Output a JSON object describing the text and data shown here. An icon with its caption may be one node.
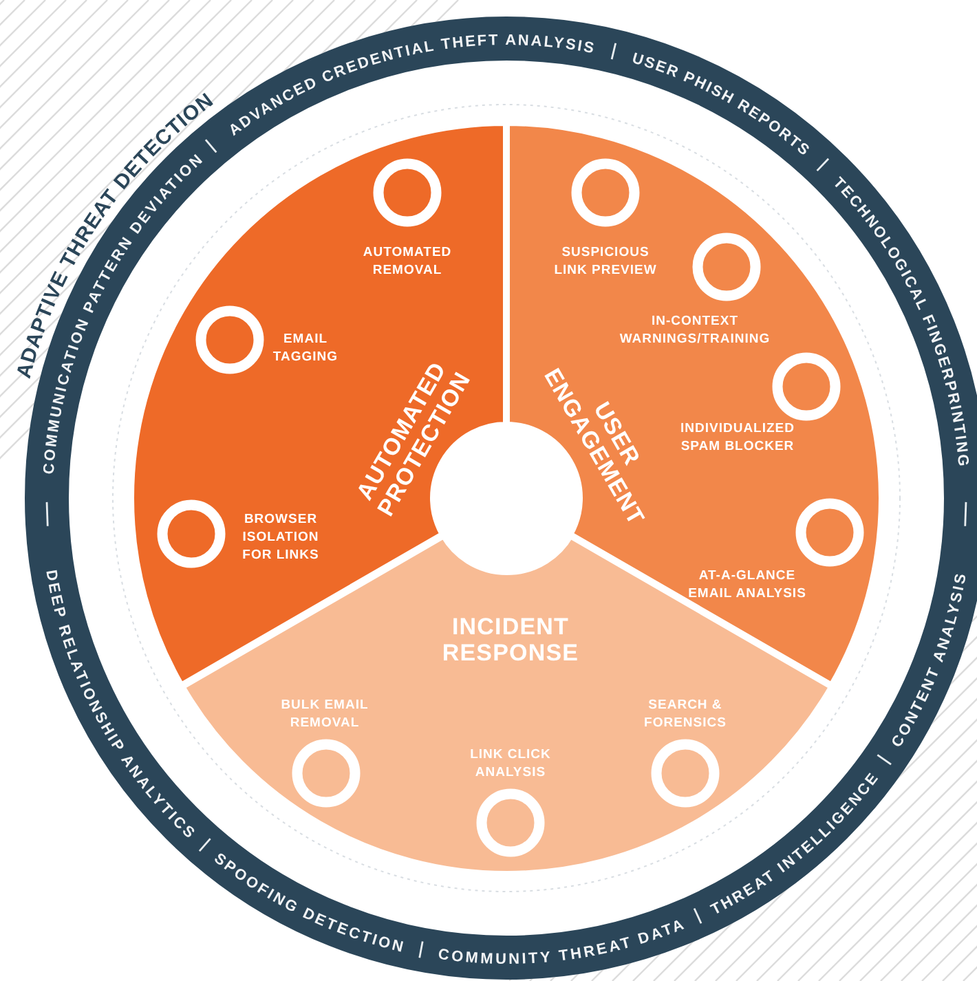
{
  "diagram": {
    "title": "ADAPTIVE THREAT DETECTION",
    "nodes": [
      {
        "text": [
          "AUTOMATED PROTECTION"
        ]
      },
      {
        "text": [
          "AUTOMATED REMOVAL"
        ],
        "in": 0
      },
      {
        "text": [
          "EMAIL TAGGING"
        ],
        "in": 0
      },
      {
        "text": [
          "BROWSER ISOLATION FOR LINKS"
        ],
        "in": 0
      },
      {
        "text": [
          "USER ENGAGEMENT"
        ]
      },
      {
        "text": [
          "SUSPICIOUS LINK PREVIEW"
        ],
        "in": 4
      },
      {
        "text": [
          "IN-CONTEXT WARNINGS/TRAINING"
        ],
        "in": 4
      },
      {
        "text": [
          "INDIVIDUALIZED SPAM BLOCKER"
        ],
        "in": 4
      },
      {
        "text": [
          "AT-A-GLANCE EMAIL ANALYSIS"
        ],
        "in": 4
      },
      {
        "text": [
          "INCIDENT RESPONSE"
        ]
      },
      {
        "text": [
          "BULK EMAIL REMOVAL"
        ],
        "in": 9
      },
      {
        "text": [
          "LINK CLICK ANALYSIS"
        ],
        "in": 9
      },
      {
        "text": [
          "SEARCH & FORENSICS"
        ],
        "in": 9
      }
    ],
    "labels": [
      "COMMUNICATION PATTERN DEVIATION",
      "ADVANCED CREDENTIAL THEFT ANALYSIS",
      "USER PHISH REPORTS",
      "TECHNOLOGICAL FINGERPRINTING",
      "DEEP RELATIONSHIP ANALYTICS",
      "SPOOFING DETECTION",
      "COMMUNITY THREAT DATA",
      "THREAT INTELLIGENCE",
      "CONTENT ANALYSIS"
    ]
  }
}
